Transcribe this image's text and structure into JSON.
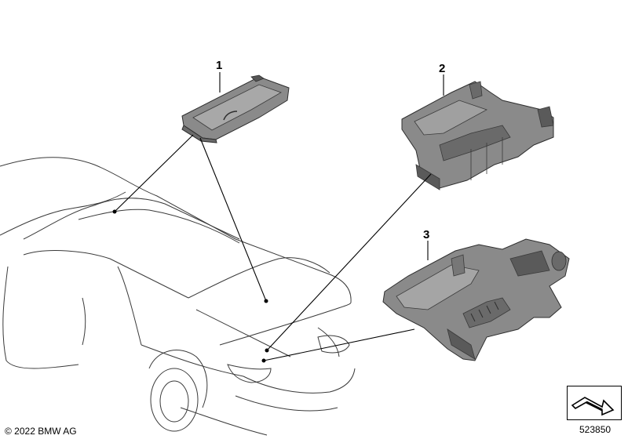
{
  "callouts": [
    {
      "id": "1",
      "label": "1"
    },
    {
      "id": "2",
      "label": "2"
    },
    {
      "id": "3",
      "label": "3"
    }
  ],
  "copyright": "© 2022 BMW AG",
  "diagram_number": "523850",
  "icons": {
    "detail_icon": "step-arrow-icon"
  },
  "colors": {
    "part_fill": "#8a8a8a",
    "part_dark": "#5a5a5a",
    "line": "#3a3a3a",
    "background": "#ffffff"
  }
}
